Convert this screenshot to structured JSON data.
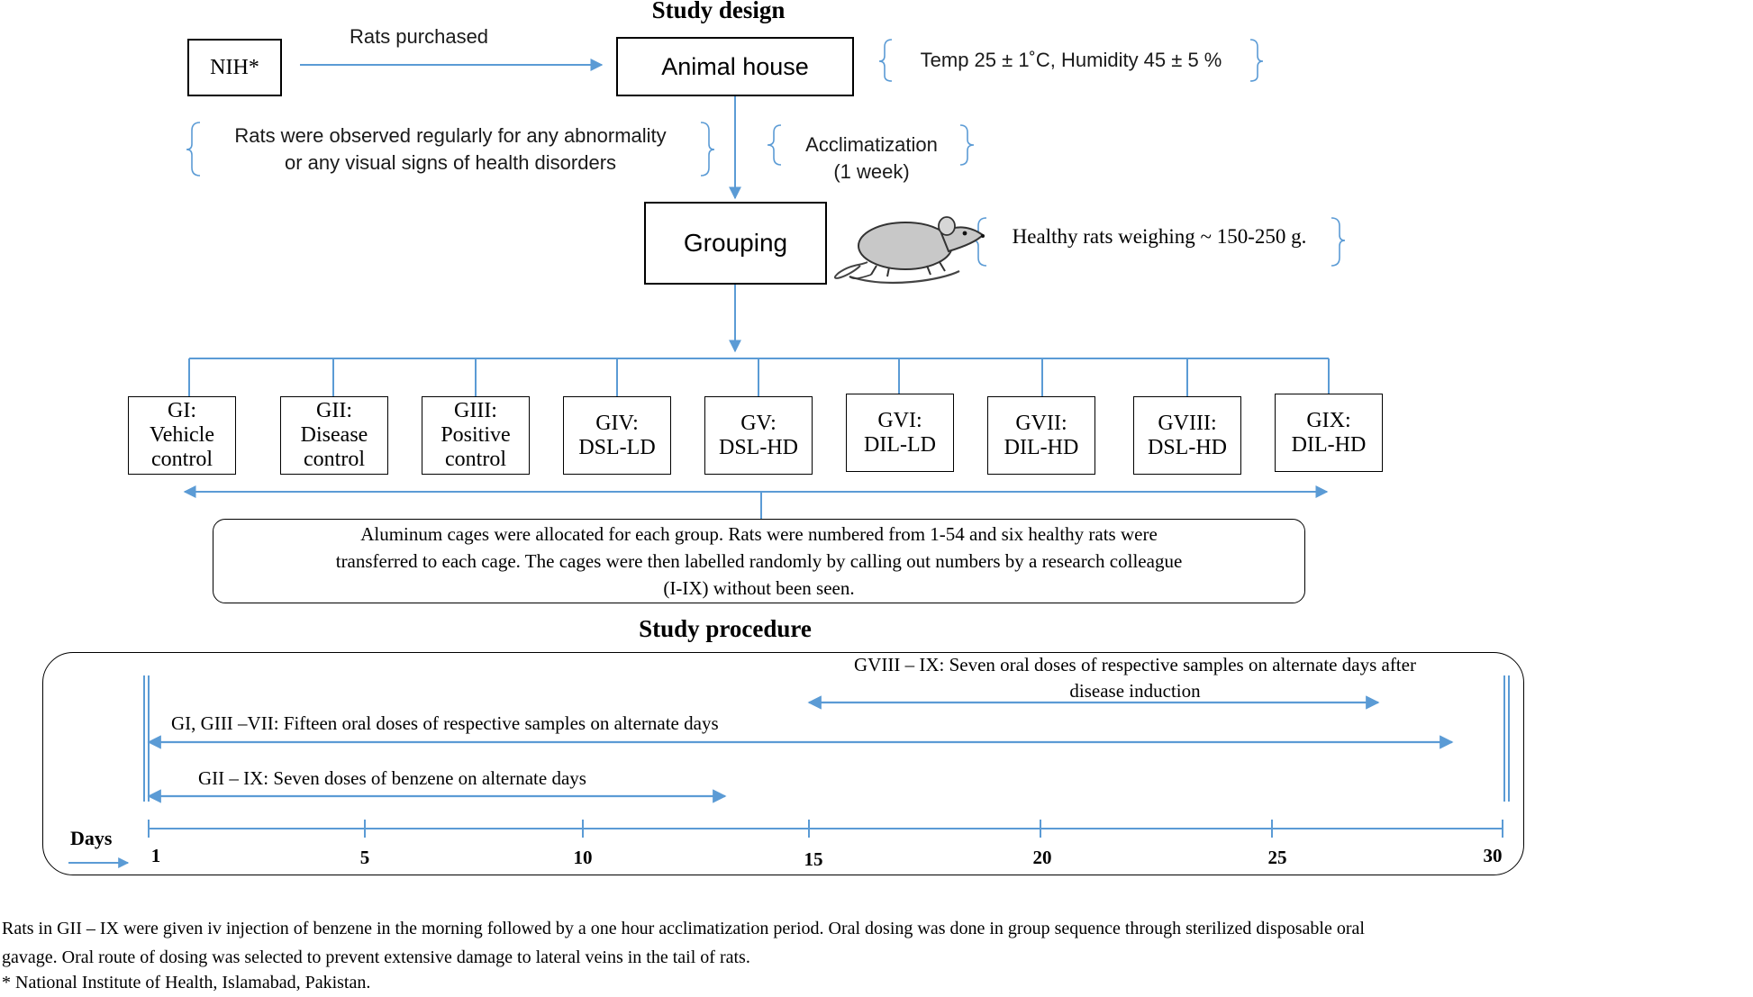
{
  "study_design": {
    "title": "Study design",
    "nih_box": "NIH*",
    "arrow_label": "Rats purchased",
    "animal_house_box": "Animal house",
    "conditions_note": "Temp 25 ± 1˚C, Humidity 45 ± 5 %",
    "observation_note_line1": "Rats were observed regularly for any abnormality",
    "observation_note_line2": "or any visual signs of health disorders",
    "acclimatization_line1": "Acclimatization",
    "acclimatization_line2": "(1 week)",
    "grouping_box": "Grouping",
    "rat_icon": "rat-icon",
    "healthy_note": "Healthy rats weighing ~ 150-250 g.",
    "groups": [
      {
        "line1": "GI:",
        "line2": "Vehicle",
        "line3": "control"
      },
      {
        "line1": "GII:",
        "line2": "Disease",
        "line3": "control"
      },
      {
        "line1": "GIII:",
        "line2": "Positive",
        "line3": "control"
      },
      {
        "line1": "GIV:",
        "line2": "DSL-LD",
        "line3": ""
      },
      {
        "line1": "GV:",
        "line2": "DSL-HD",
        "line3": ""
      },
      {
        "line1": "GVI:",
        "line2": "DIL-LD",
        "line3": ""
      },
      {
        "line1": "GVII:",
        "line2": "DIL-HD",
        "line3": ""
      },
      {
        "line1": "GVIII:",
        "line2": "DSL-HD",
        "line3": ""
      },
      {
        "line1": "GIX:",
        "line2": "DIL-HD",
        "line3": ""
      }
    ],
    "cages_line1": "Aluminum cages were allocated for each group. Rats were numbered from 1-54 and six healthy rats were",
    "cages_line2": "transferred to each cage. The cages were then labelled randomly by calling out numbers by a research colleague",
    "cages_line3": "(I-IX) without been seen."
  },
  "study_procedure": {
    "title": "Study procedure",
    "gviii_line1": "GVIII – IX: Seven oral doses of respective samples on alternate days after",
    "gviii_line2": "disease induction",
    "gi_label": "GI, GIII –VII: Fifteen oral doses of respective samples on alternate days",
    "gii_label": "GII – IX: Seven doses of benzene on alternate days",
    "days_label": "Days",
    "ticks": [
      "1",
      "5",
      "10",
      "15",
      "20",
      "25",
      "30"
    ],
    "accent_color": "#5b9bd5"
  },
  "footnote": {
    "line1": "Rats in GII – IX were given iv injection of benzene in the morning followed by a one hour acclimatization period. Oral dosing was done in group sequence through sterilized disposable oral",
    "line2": "gavage. Oral route of dosing was selected to prevent extensive damage to lateral veins in the tail of rats.",
    "line3": "* National Institute of Health, Islamabad, Pakistan."
  }
}
